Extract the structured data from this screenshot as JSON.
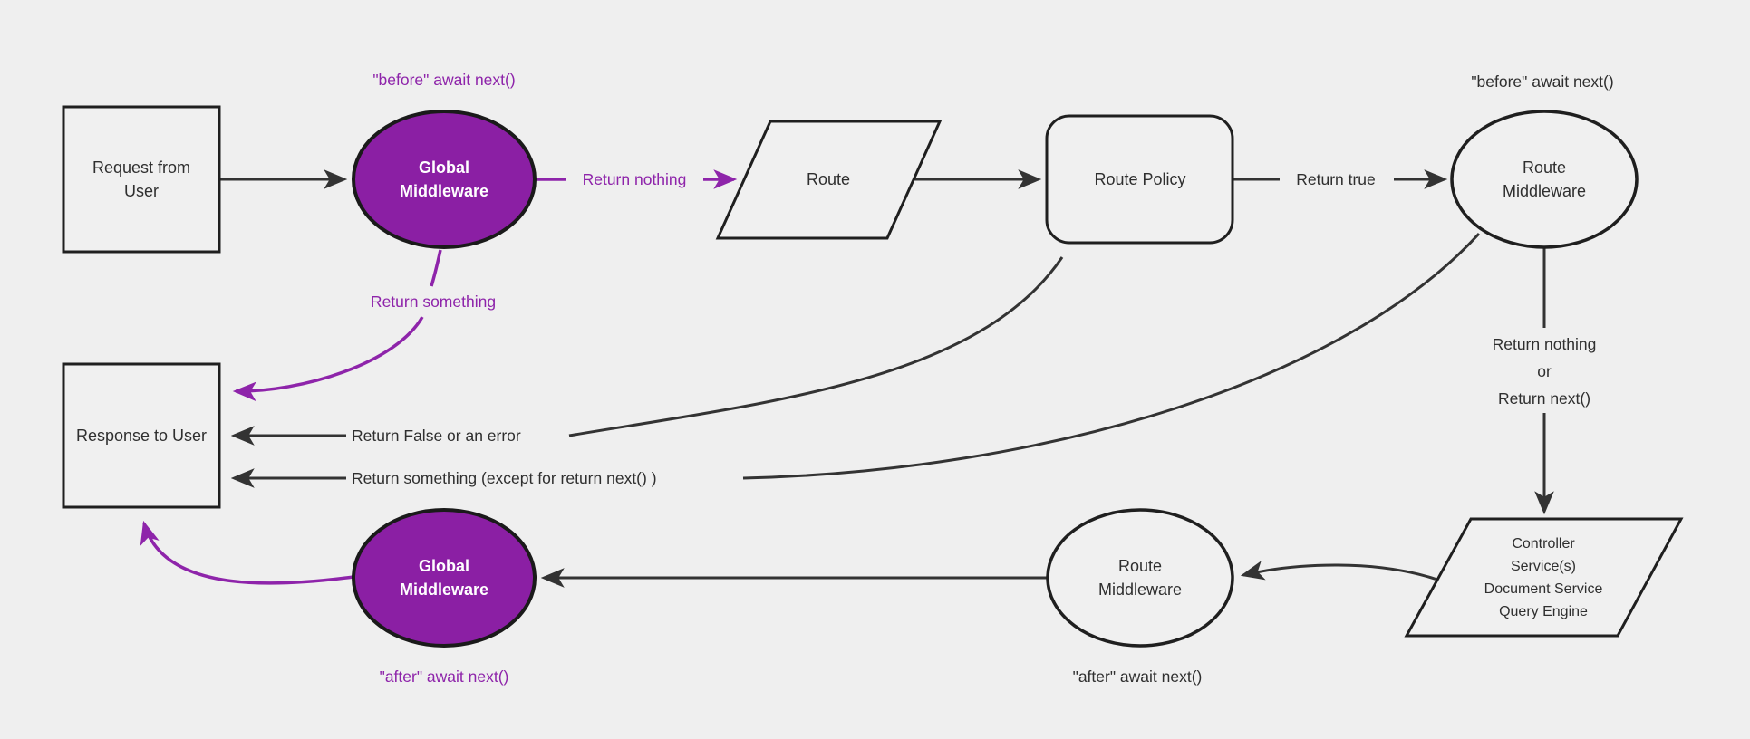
{
  "diagram": {
    "bg": "#efefef",
    "edge_color": "#333333",
    "node_border": "#1f1f1f",
    "node_fill": "#f0f0f0",
    "purple_fill": "#8b1fa4",
    "purple_accent": "#8e24aa",
    "text_color": "#2f2f2f"
  },
  "nodes": {
    "request": {
      "label": "Request from User"
    },
    "global_mw_top": {
      "label": "Global Middleware"
    },
    "route": {
      "label": "Route"
    },
    "route_policy": {
      "label": "Route Policy"
    },
    "route_mw_top": {
      "label": "Route Middleware"
    },
    "controller": {
      "line1": "Controller",
      "line2": "Service(s)",
      "line3": "Document Service",
      "line4": "Query Engine"
    },
    "route_mw_bottom": {
      "label": "Route Middleware"
    },
    "global_mw_bottom": {
      "label": "Global Middleware"
    },
    "response": {
      "label": "Response to User"
    }
  },
  "edge_labels": {
    "before_global": "\"before\" await next()",
    "return_nothing": "Return nothing",
    "return_true": "Return true",
    "before_route_mw": "\"before\" await next()",
    "return_something": "Return something",
    "return_nothing_or_1": "Return nothing",
    "return_nothing_or_2": "or",
    "return_nothing_or_3": "Return next()",
    "return_false": "Return False or an error",
    "return_something_except": "Return something (except for return next() )",
    "after_global": "\"after\" await next()",
    "after_route_mw": "\"after\" await next()"
  }
}
